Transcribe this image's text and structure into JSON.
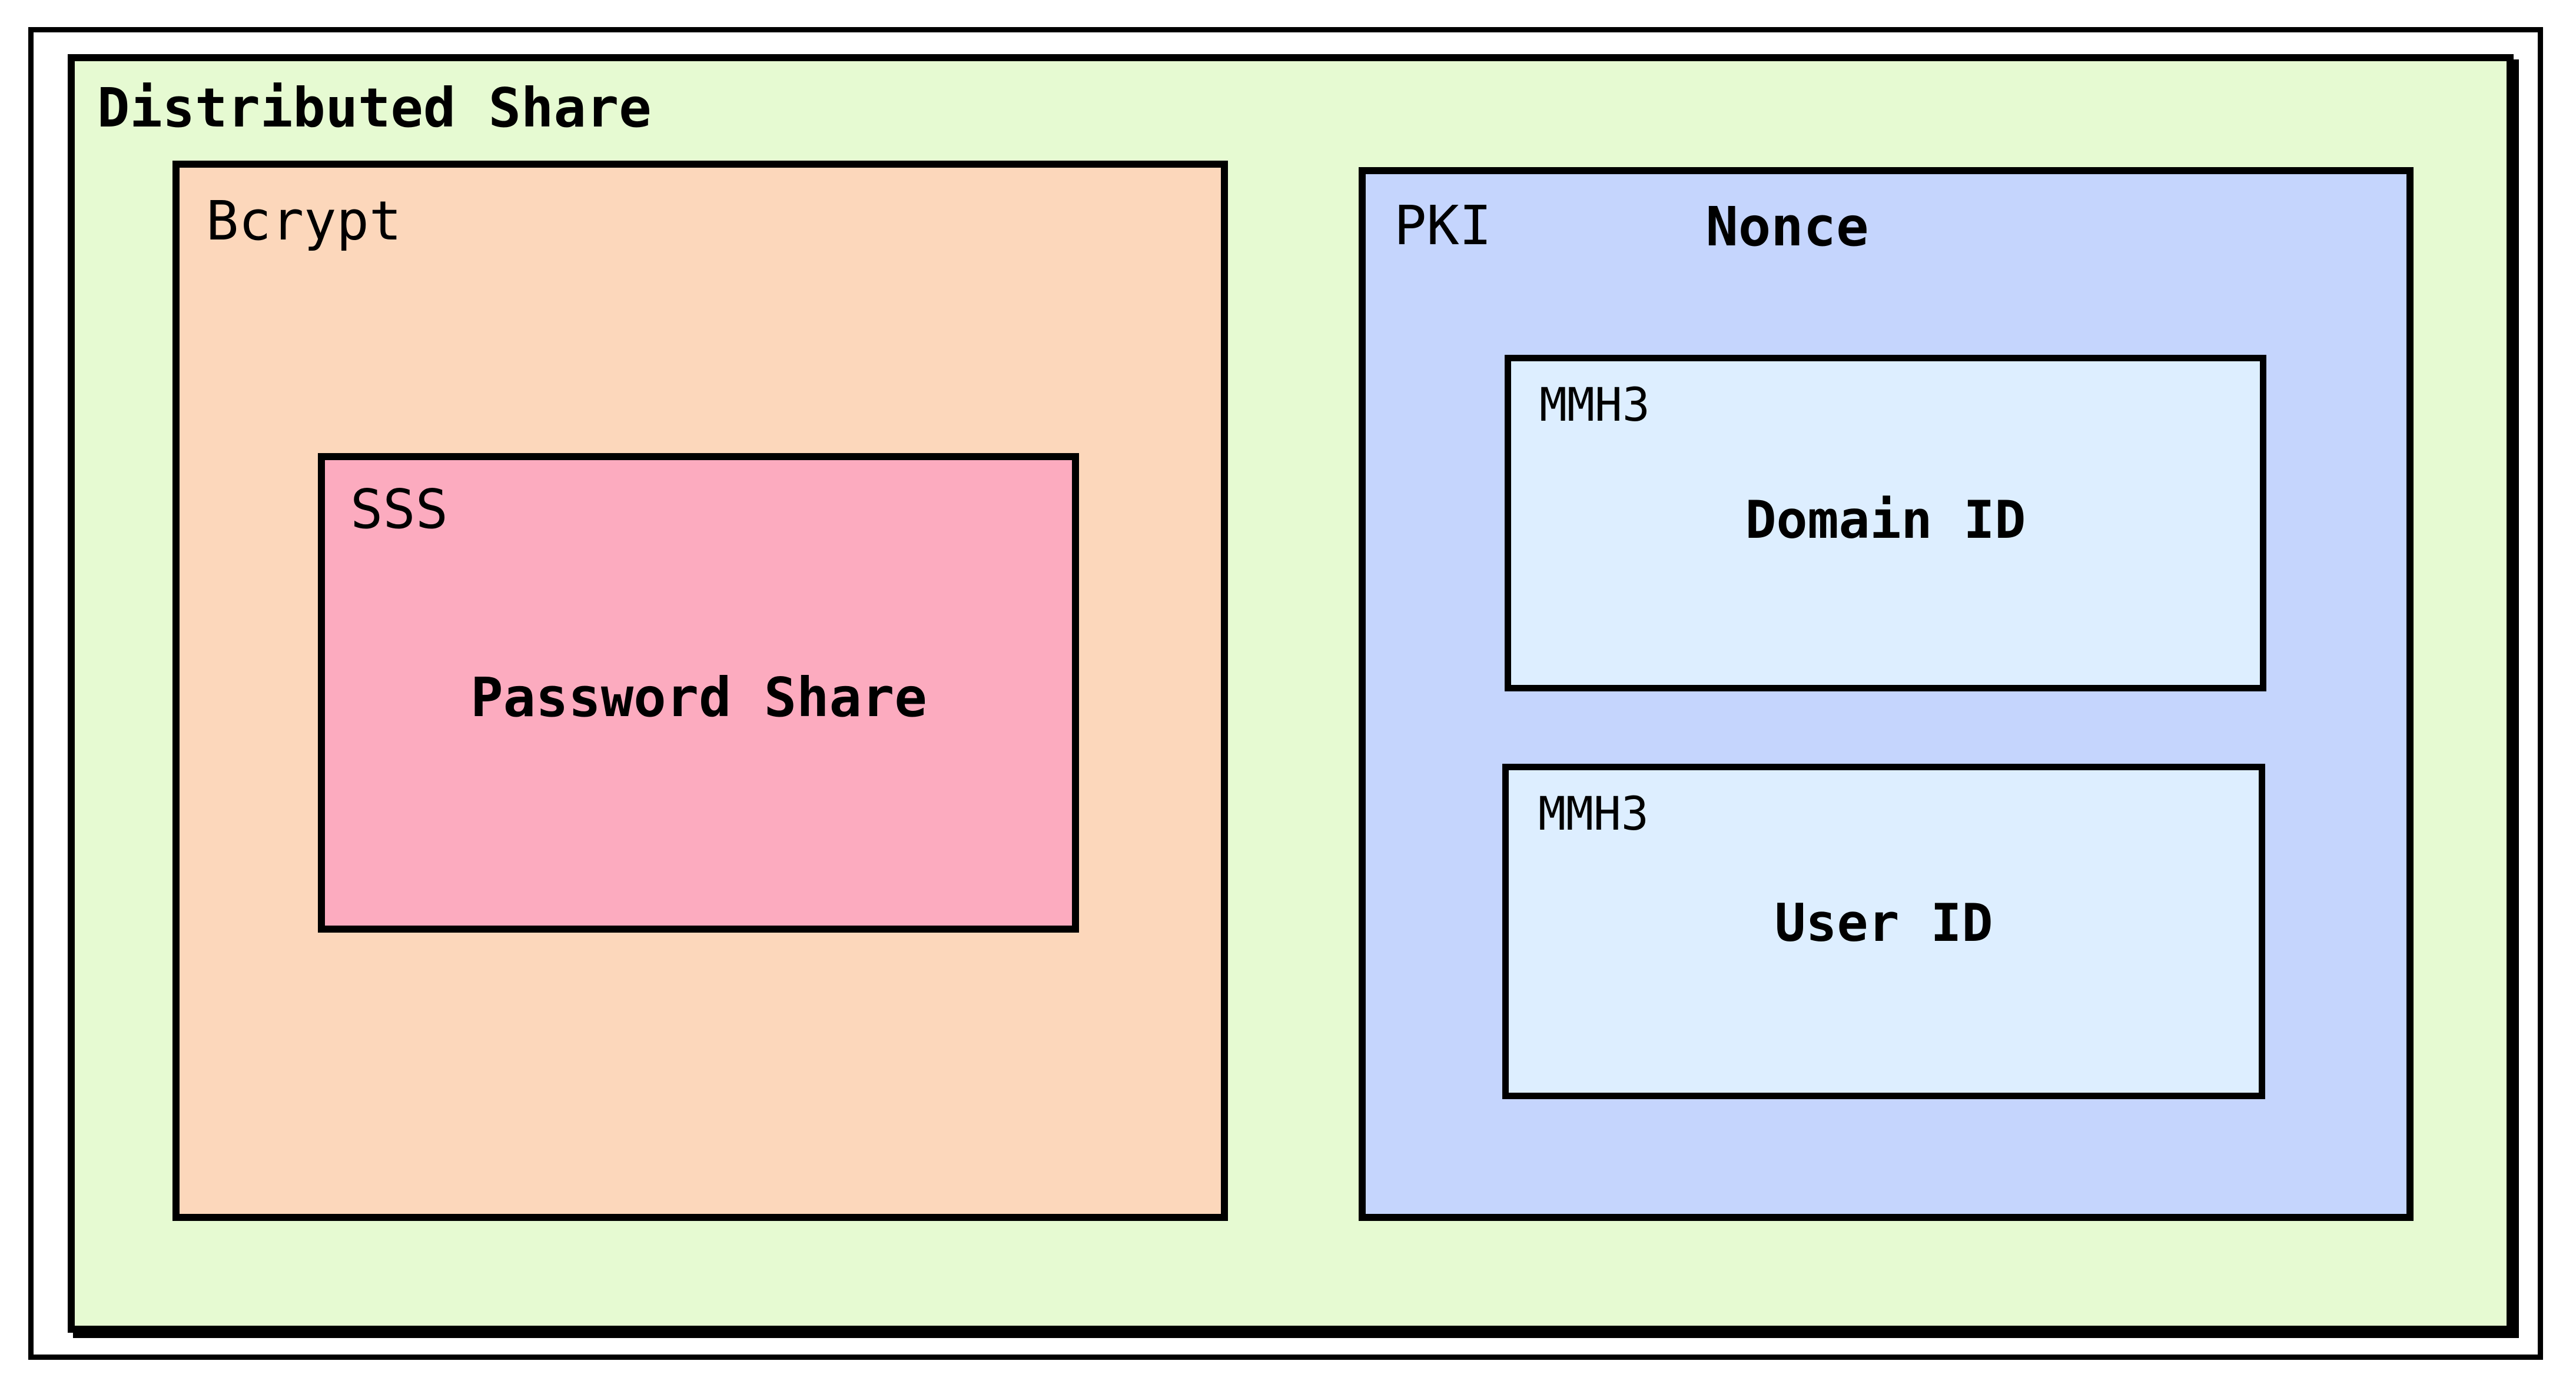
{
  "diagram": {
    "type": "nested-containment",
    "title": "Distributed Share",
    "outer": {
      "name": "Distributed Share",
      "label": "Distributed Share",
      "label_weight": "bold",
      "fill": "#e6fad2",
      "stroke": "#000000"
    },
    "containers": [
      {
        "id": "bcrypt",
        "label": "Bcrypt",
        "label_weight": "normal",
        "fill": "#fcd7bb",
        "stroke": "#000000",
        "children": [
          {
            "id": "sss",
            "label": "SSS",
            "label_weight": "normal",
            "content": "Password Share",
            "content_weight": "bold",
            "fill": "#fcabbf",
            "stroke": "#000000"
          }
        ]
      },
      {
        "id": "pki",
        "label": "PKI",
        "label_weight": "normal",
        "content": "Nonce",
        "content_weight": "bold",
        "fill": "#c5d5fd",
        "stroke": "#000000",
        "children": [
          {
            "id": "mmh3-domain",
            "label": "MMH3",
            "label_weight": "normal",
            "content": "Domain ID",
            "content_weight": "bold",
            "fill": "#ddeeff",
            "stroke": "#000000"
          },
          {
            "id": "mmh3-user",
            "label": "MMH3",
            "label_weight": "normal",
            "content": "User ID",
            "content_weight": "bold",
            "fill": "#ddeeff",
            "stroke": "#000000"
          }
        ]
      }
    ],
    "labels": {
      "distributed_share": "Distributed Share",
      "bcrypt": "Bcrypt",
      "sss": "SSS",
      "password_share": "Password Share",
      "pki": "PKI",
      "nonce": "Nonce",
      "mmh3_domain": "MMH3",
      "domain_id": "Domain ID",
      "mmh3_user": "MMH3",
      "user_id": "User ID"
    },
    "colors": {
      "frame": "#ffffff",
      "outer_fill": "#e6fad2",
      "bcrypt_fill": "#fcd7bb",
      "sss_fill": "#fcabbf",
      "pki_fill": "#c5d5fd",
      "mmh3_fill": "#ddeeff",
      "stroke": "#000000",
      "text": "#000000"
    }
  }
}
